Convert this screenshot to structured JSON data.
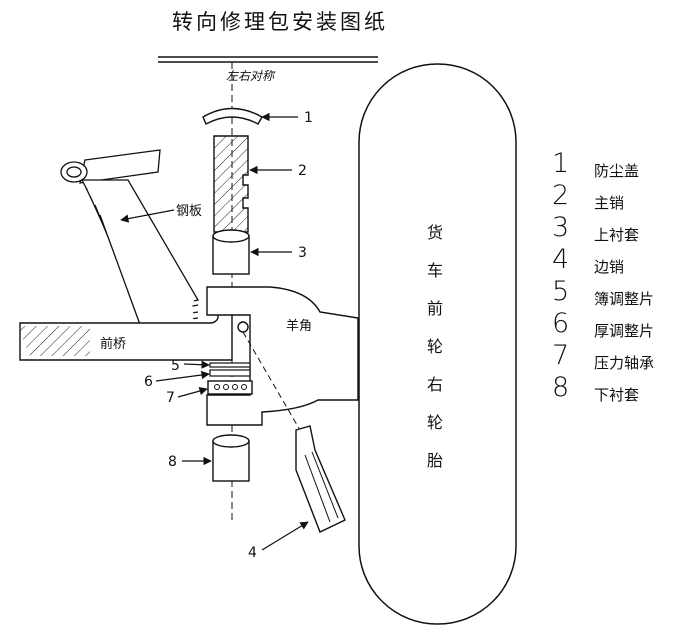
{
  "title": "转向修理包安装图纸",
  "labels": {
    "symmetry": "左右对称",
    "steel_plate": "钢板",
    "knuckle": "羊角",
    "front_axle": "前桥"
  },
  "wheel_text": [
    "货",
    "车",
    "前",
    "轮",
    "右",
    "轮",
    "胎"
  ],
  "callouts": [
    "1",
    "2",
    "3",
    "4",
    "5",
    "6",
    "7",
    "8"
  ],
  "legend": [
    {
      "num": "1",
      "name": "防尘盖"
    },
    {
      "num": "2",
      "name": "主销"
    },
    {
      "num": "3",
      "name": "上衬套"
    },
    {
      "num": "4",
      "name": "边销"
    },
    {
      "num": "5",
      "name": "簿调整片"
    },
    {
      "num": "6",
      "name": "厚调整片"
    },
    {
      "num": "7",
      "name": "压力轴承"
    },
    {
      "num": "8",
      "name": "下衬套"
    }
  ]
}
